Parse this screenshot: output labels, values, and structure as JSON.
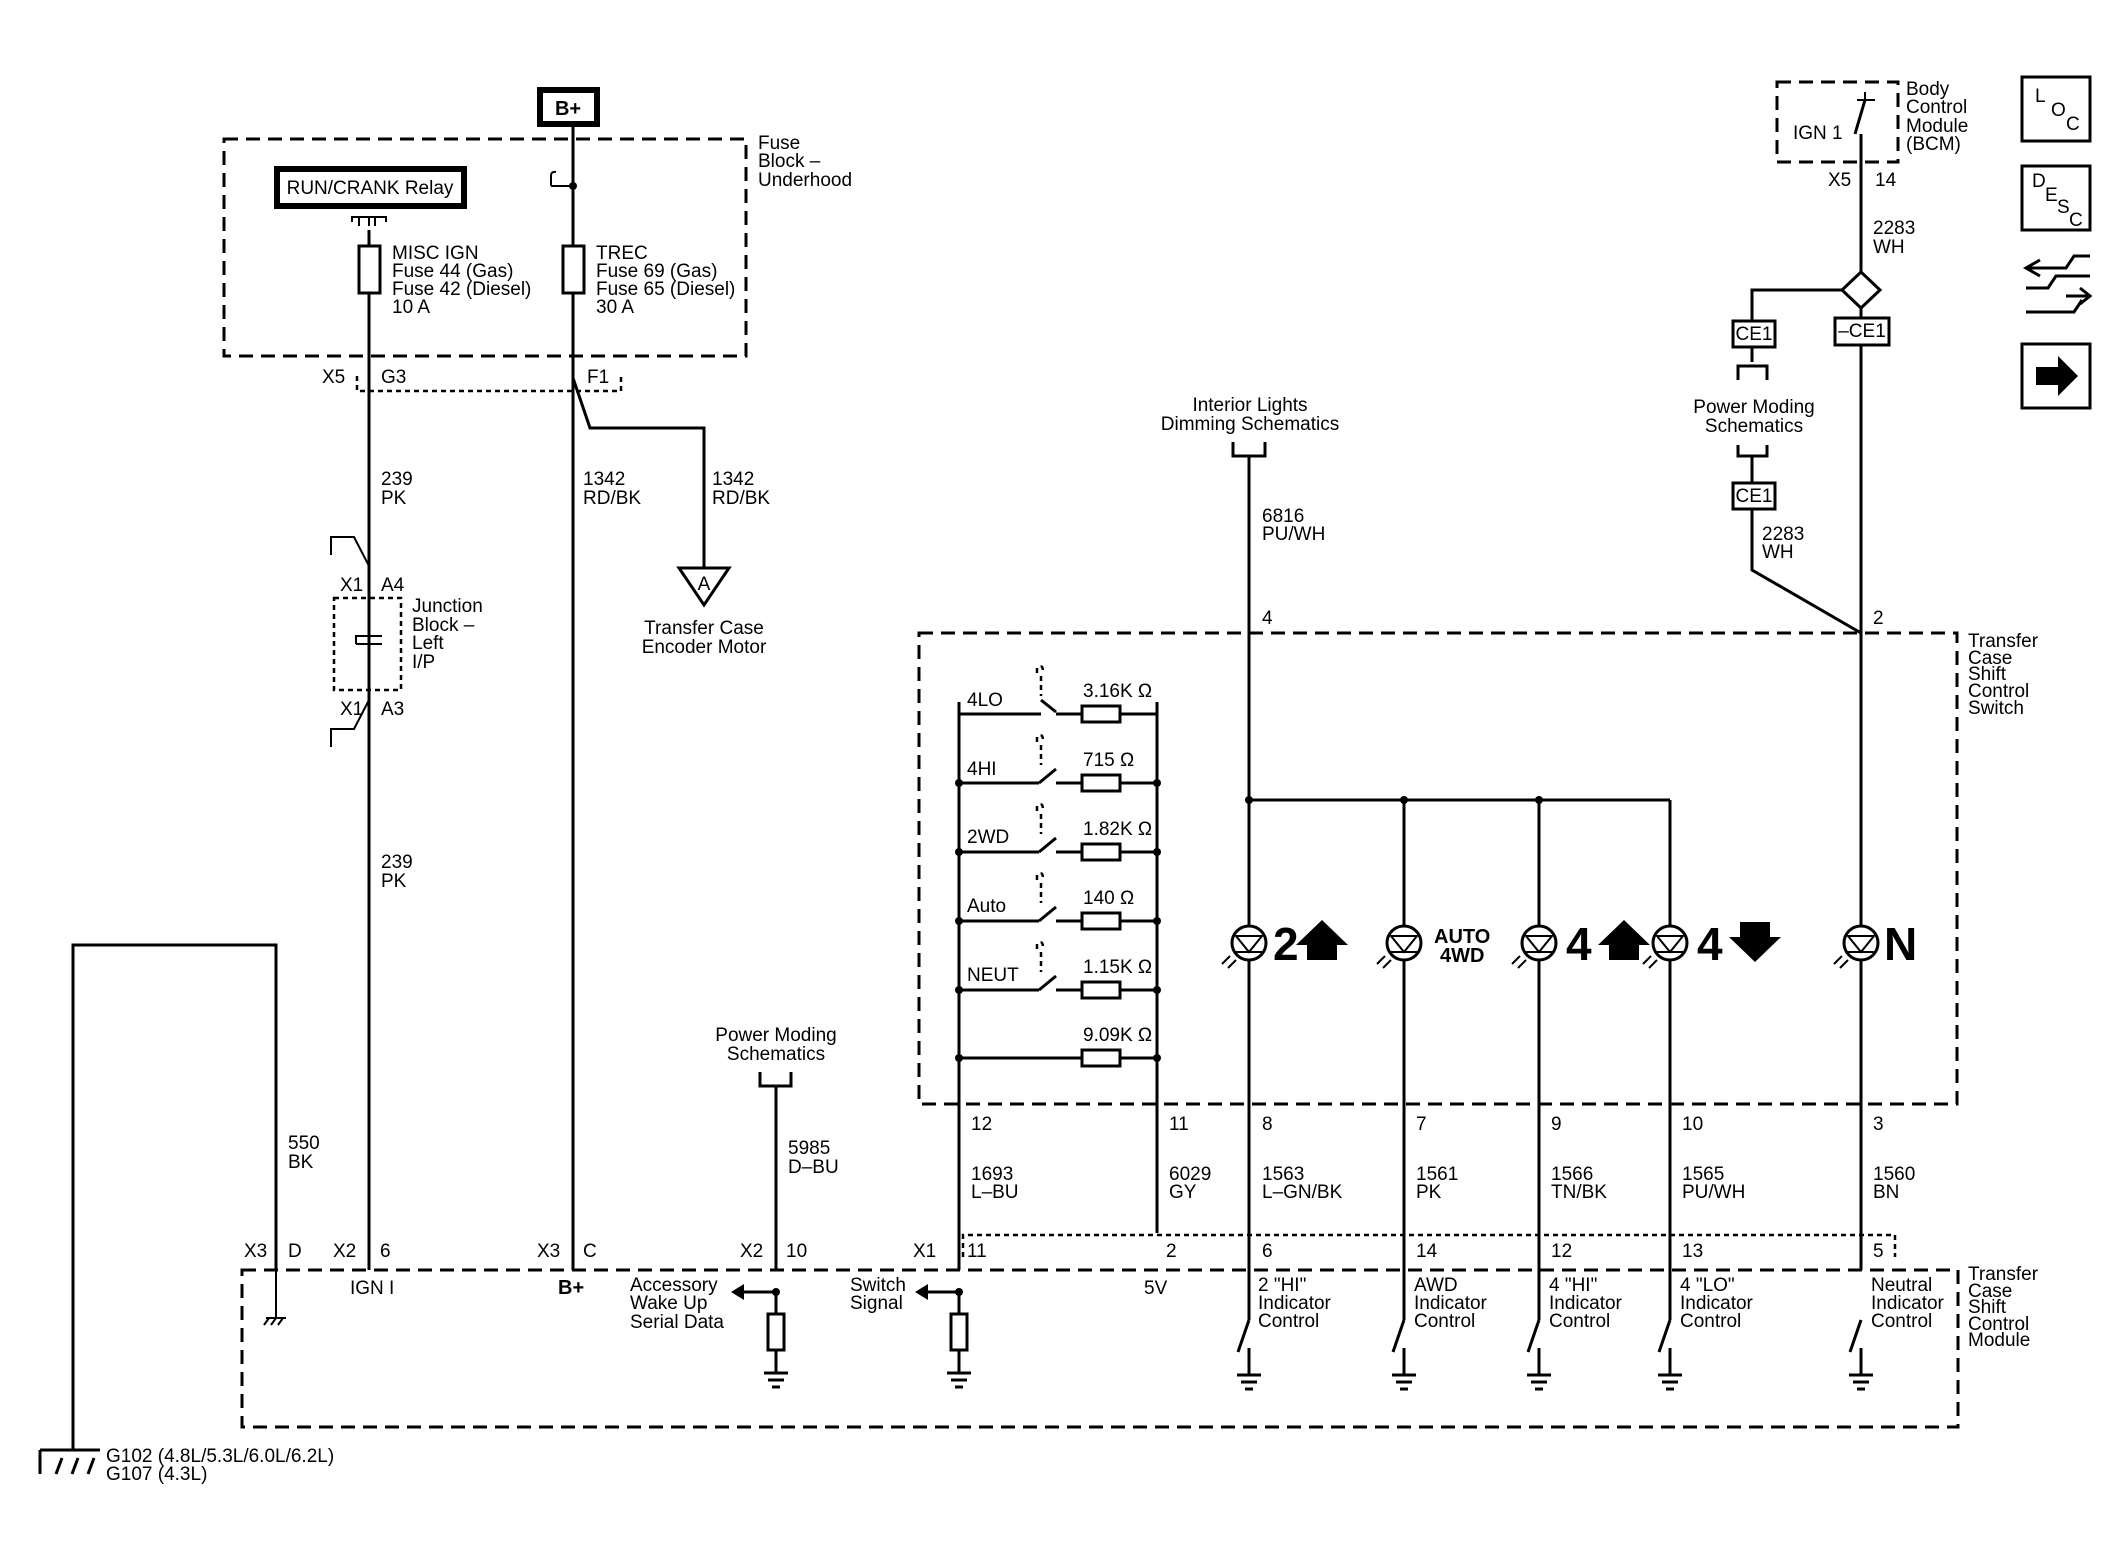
{
  "supply": {
    "bplus": "B+",
    "fuse_block_lines": [
      "Fuse",
      "Block –",
      "Underhood"
    ],
    "relay": "RUN/CRANK Relay",
    "misc_fuse_lines": [
      "MISC IGN",
      "Fuse 44 (Gas)",
      "Fuse 42 (Diesel)",
      "10 A"
    ],
    "trec_fuse_lines": [
      "TREC",
      "Fuse 69 (Gas)",
      "Fuse 65 (Diesel)",
      "30 A"
    ],
    "conn_x5": "X5",
    "conn_g3": "G3",
    "conn_f1": "F1",
    "wire_239_top": [
      "239",
      "PK"
    ],
    "wire_1342_main": [
      "1342",
      "RD/BK"
    ],
    "wire_1342_branch": [
      "1342",
      "RD/BK"
    ],
    "encoder_letter": "A",
    "encoder_lines": [
      "Transfer Case",
      "Encoder Motor"
    ],
    "jb_x1_top": "X1",
    "jb_a4": "A4",
    "jb_x1_bot": "X1",
    "jb_a3": "A3",
    "jb_lines": [
      "Junction",
      "Block –",
      "Left",
      "I/P"
    ],
    "wire_239_bot": [
      "239",
      "PK"
    ]
  },
  "bcm": {
    "ign": "IGN 1",
    "label_lines": [
      "Body",
      "Control",
      "Module",
      "(BCM)"
    ],
    "conn": "X5",
    "pin": "14",
    "wire_top": [
      "2283",
      "WH"
    ],
    "ce1_left": "CE1",
    "ce1_right": "–CE1",
    "ce1_bottom": "CE1",
    "power_moding_lines": [
      "Power Moding",
      "Schematics"
    ],
    "wire_lower": [
      "2283",
      "WH"
    ]
  },
  "interior": {
    "label_lines": [
      "Interior Lights",
      "Dimming Schematics"
    ],
    "wire": [
      "6816",
      "PU/WH"
    ]
  },
  "switch": {
    "label_lines": [
      "Transfer",
      "Case",
      "Shift",
      "Control",
      "Switch"
    ],
    "pin_top_4": "4",
    "pin_top_2": "2",
    "positions": [
      {
        "label": "4LO",
        "res": "3.16K Ω"
      },
      {
        "label": "4HI",
        "res": "715  Ω"
      },
      {
        "label": "2WD",
        "res": "1.82K Ω"
      },
      {
        "label": "Auto",
        "res": "140  Ω"
      },
      {
        "label": "NEUT",
        "res": "1.15K Ω"
      }
    ],
    "base_res": "9.09K Ω",
    "ind_2hi": "2",
    "ind_auto_1": "AUTO",
    "ind_auto_2": "4WD",
    "ind_4hi": "4",
    "ind_4lo": "4",
    "ind_n": "N",
    "pins_bottom": [
      "12",
      "11",
      "8",
      "7",
      "9",
      "10",
      "3"
    ]
  },
  "wires_bottom": [
    {
      "num": "1693",
      "color": "L–BU"
    },
    {
      "num": "6029",
      "color": "GY"
    },
    {
      "num": "1563",
      "color": "L–GN/BK"
    },
    {
      "num": "1561",
      "color": "PK"
    },
    {
      "num": "1566",
      "color": "TN/BK"
    },
    {
      "num": "1565",
      "color": "PU/WH"
    },
    {
      "num": "1560",
      "color": "BN"
    }
  ],
  "ground_wire": [
    "550",
    "BK"
  ],
  "power_moding_lower": {
    "label_lines": [
      "Power Moding",
      "Schematics"
    ],
    "wire": [
      "5985",
      "D–BU"
    ]
  },
  "module": {
    "label_lines": [
      "Transfer",
      "Case",
      "Shift",
      "Control",
      "Module"
    ],
    "connectors": [
      {
        "conn": "X3",
        "pin": "D"
      },
      {
        "conn": "X2",
        "pin": "6"
      },
      {
        "conn": "X3",
        "pin": "C"
      },
      {
        "conn": "X2",
        "pin": "10"
      },
      {
        "conn": "X1",
        "pin": "11"
      }
    ],
    "pins": [
      "2",
      "6",
      "14",
      "12",
      "13",
      "5"
    ],
    "ign": "IGN I",
    "bplus": "B+",
    "fivev": "5V",
    "accessory_lines": [
      "Accessory",
      "Wake Up",
      "Serial Data"
    ],
    "switch_signal_lines": [
      "Switch",
      "Signal"
    ],
    "indicators": [
      [
        "2 \"HI\"",
        "Indicator",
        "Control"
      ],
      [
        "AWD",
        "Indicator",
        "Control"
      ],
      [
        "4 \"HI\"",
        "Indicator",
        "Control"
      ],
      [
        "4 \"LO\"",
        "Indicator",
        "Control"
      ],
      [
        "Neutral",
        "Indicator",
        "Control"
      ]
    ]
  },
  "ground_label_lines": [
    "G102 (4.8L/5.3L/6.0L/6.2L)",
    "G107 (4.3L)"
  ],
  "side_buttons": {
    "loc": [
      "L",
      "O",
      "C"
    ],
    "desc": [
      "D",
      "E",
      "S",
      "C"
    ]
  }
}
